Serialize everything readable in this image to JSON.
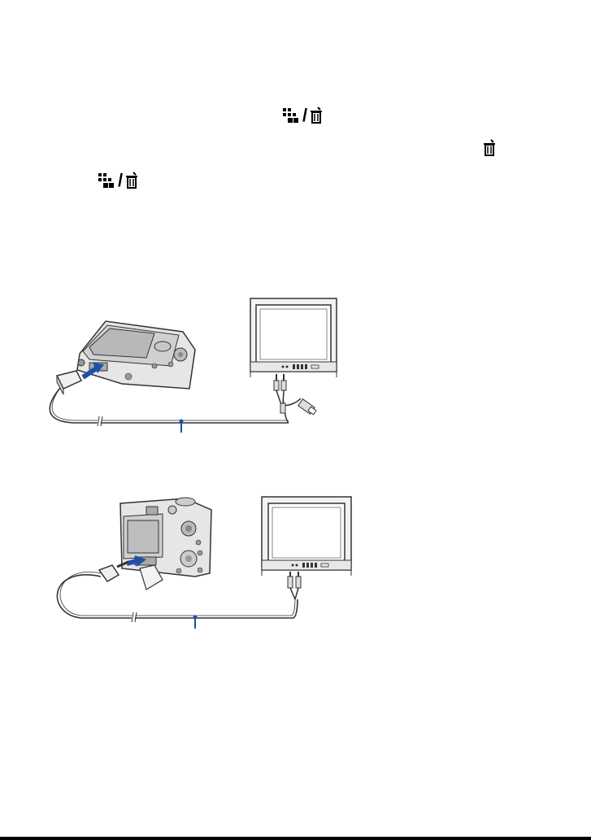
{
  "page": {
    "background": "#ffffff",
    "accent_blue": "#1f4fa8",
    "line_color": "#333333"
  },
  "icons": {
    "index_delete_1": {
      "slash": "/",
      "left": "index-grid-icon",
      "right": "trash-icon"
    },
    "delete_only": {
      "icon": "trash-icon"
    },
    "index_delete_2": {
      "slash": "/",
      "left": "index-grid-icon",
      "right": "trash-icon"
    }
  },
  "illustrations": {
    "figure_1": {
      "camera": "camera-rear-view",
      "cable": "multi-connector-av-usb-cable",
      "tv": "television"
    },
    "figure_2": {
      "camera": "camera-rear-view",
      "cable": "av-cable",
      "tv": "television"
    }
  }
}
